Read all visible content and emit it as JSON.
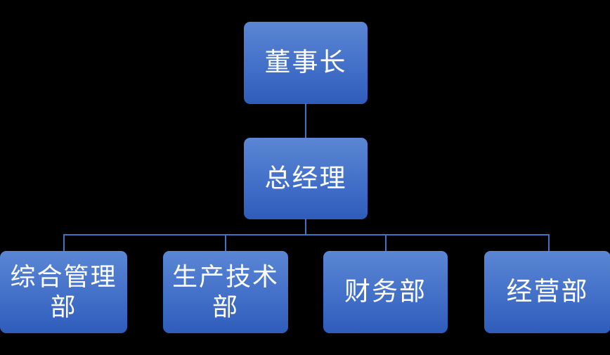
{
  "chart": {
    "type": "org-chart",
    "title": "",
    "background_color": "#000000",
    "connector_color": "#4472C4",
    "node_fill_top": "#5B86D4",
    "node_fill_bottom": "#2F5CBA",
    "node_text_color": "#FFFFFF",
    "levels": [
      {
        "level": 1,
        "nodes": [
          {
            "id": "chairman",
            "label": "董事长"
          }
        ]
      },
      {
        "level": 2,
        "nodes": [
          {
            "id": "general-manager",
            "label": "总经理"
          }
        ]
      },
      {
        "level": 3,
        "nodes": [
          {
            "id": "dept-general-admin",
            "label": "综合管理部"
          },
          {
            "id": "dept-production-tech",
            "label": "生产技术部"
          },
          {
            "id": "dept-finance",
            "label": "财务部"
          },
          {
            "id": "dept-operations",
            "label": "经营部"
          }
        ]
      }
    ],
    "edges": [
      {
        "from": "chairman",
        "to": "general-manager"
      },
      {
        "from": "general-manager",
        "to": "dept-general-admin"
      },
      {
        "from": "general-manager",
        "to": "dept-production-tech"
      },
      {
        "from": "general-manager",
        "to": "dept-finance"
      },
      {
        "from": "general-manager",
        "to": "dept-operations"
      }
    ]
  }
}
